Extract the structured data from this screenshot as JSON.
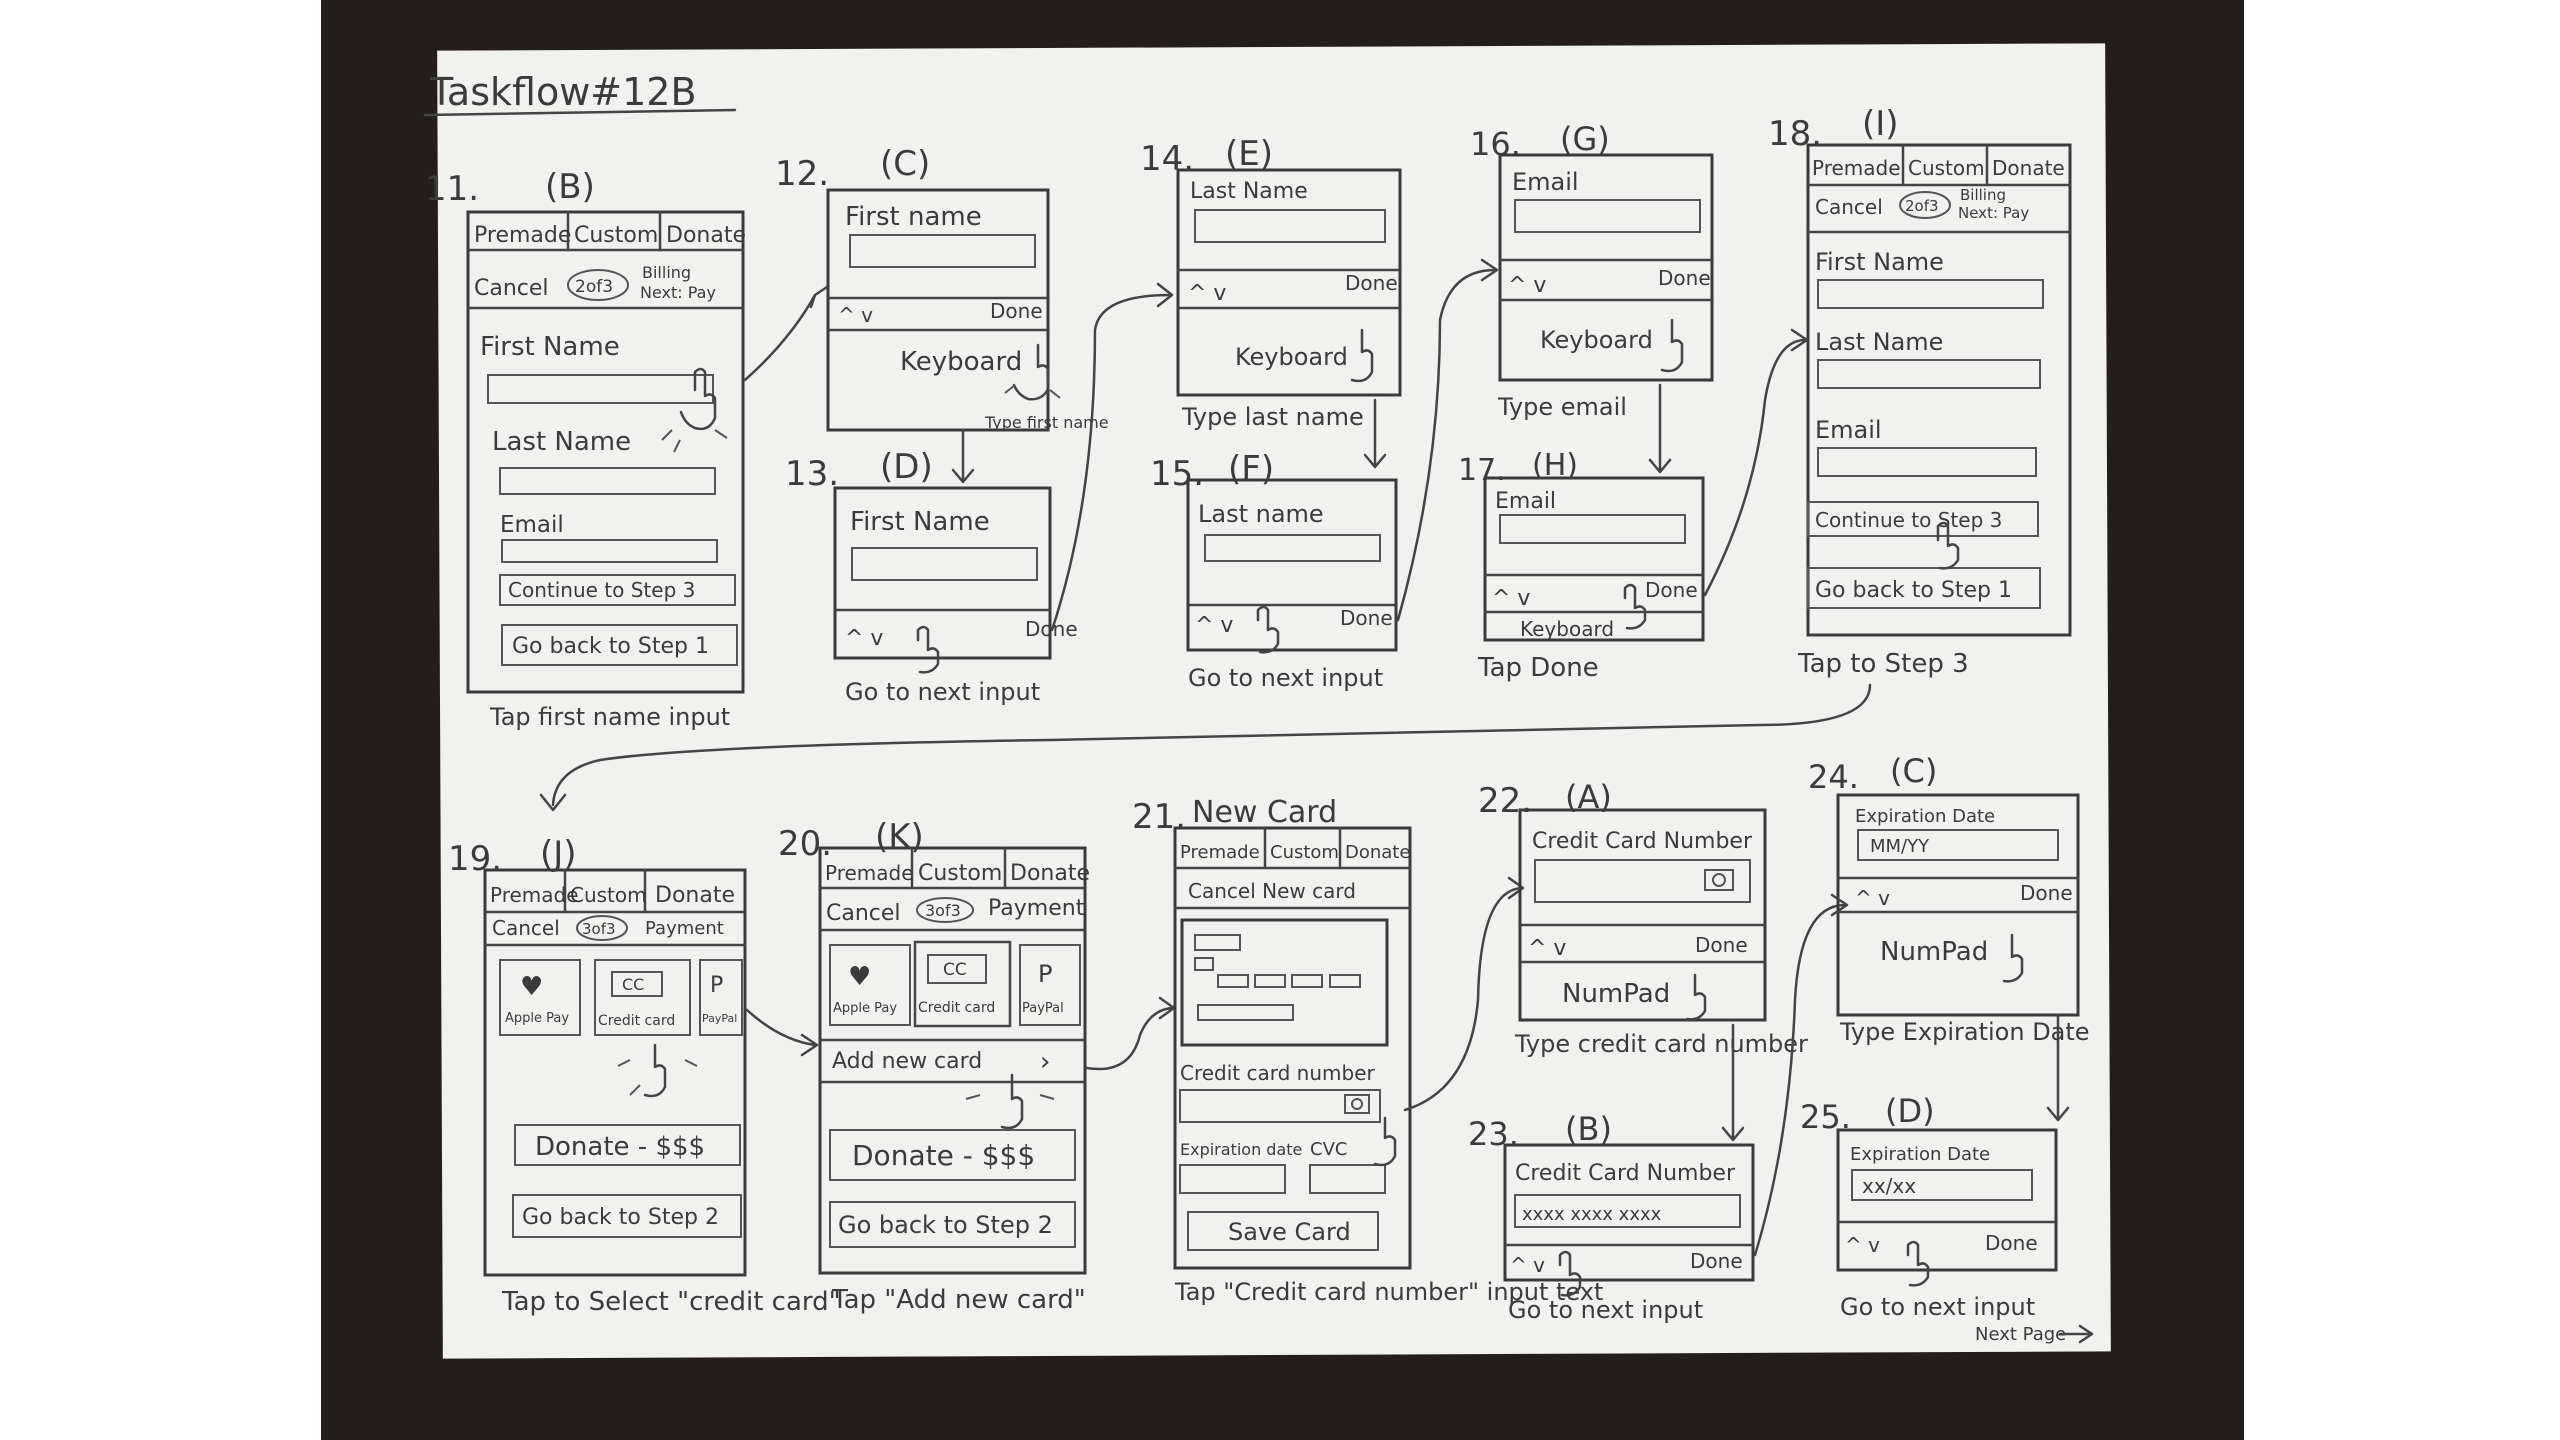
{
  "title": "Taskflow#12B",
  "footer": "Next Page",
  "frames": [
    {
      "num": "11.",
      "letter": "(B)",
      "caption": "Tap first name input"
    },
    {
      "num": "12.",
      "letter": "(C)",
      "caption": "Type first name"
    },
    {
      "num": "13.",
      "letter": "(D)",
      "caption": "Go to next input"
    },
    {
      "num": "14.",
      "letter": "(E)",
      "caption": "Type last name"
    },
    {
      "num": "15.",
      "letter": "(F)",
      "caption": "Go to next input"
    },
    {
      "num": "16.",
      "letter": "(G)",
      "caption": "Type email"
    },
    {
      "num": "17.",
      "letter": "(H)",
      "caption": "Tap Done"
    },
    {
      "num": "18.",
      "letter": "(I)",
      "caption": "Tap to Step 3"
    },
    {
      "num": "19.",
      "letter": "(J)",
      "caption": "Tap to Select \"credit card\""
    },
    {
      "num": "20.",
      "letter": "(K)",
      "caption": "Tap \"Add new card\""
    },
    {
      "num": "21.",
      "letter": "New Card",
      "caption": "Tap \"Credit card number\" input text"
    },
    {
      "num": "22.",
      "letter": "(A)",
      "caption": "Type credit card number"
    },
    {
      "num": "23.",
      "letter": "(B)",
      "caption": "Go to next input"
    },
    {
      "num": "24.",
      "letter": "(C)",
      "caption": "Type Expiration Date"
    },
    {
      "num": "25.",
      "letter": "(D)",
      "caption": "Go to next input"
    }
  ],
  "ui": {
    "tab_premade": "Premade",
    "tab_custom": "Custom",
    "tab_donate": "Donate",
    "cancel": "Cancel",
    "step2": "2of3",
    "step3": "3of3",
    "billing": "Billing",
    "next_pay": "Next: Pay",
    "payment": "Payment",
    "first_name": "First Name",
    "first_name_lc": "First name",
    "last_name": "Last Name",
    "last_name_lc": "Last name",
    "email": "Email",
    "continue": "Continue to Step 3",
    "go_back_1": "Go back to Step 1",
    "go_back_2": "Go back to Step 2",
    "done": "Done",
    "keyboard": "Keyboard",
    "numpad": "NumPad",
    "apple_pay": "Apple Pay",
    "credit_card": "Credit card",
    "paypal": "PayPal",
    "cc": "CC",
    "donate_amt": "Donate - $$$",
    "add_new_card": "Add new card",
    "cancel_new_card": "Cancel New card",
    "credit_card_number": "Credit card number",
    "credit_card_number_title": "Credit Card Number",
    "expiration_date_short": "Expiration date",
    "cvc": "CVC",
    "save_card": "Save Card",
    "expiration_date": "Expiration Date",
    "mm_yy": "MM/YY",
    "xx_xx": "xx/xx",
    "card_masked": "xxxx xxxx xxxx",
    "nav_arrows": "^ v"
  }
}
